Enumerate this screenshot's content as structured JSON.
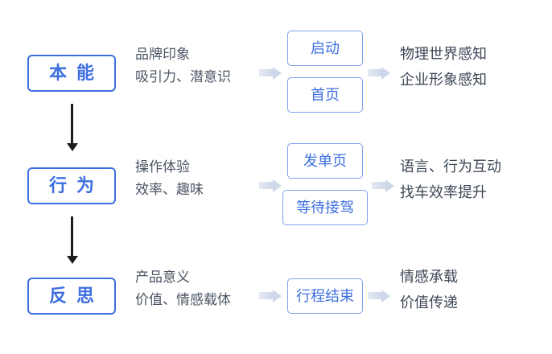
{
  "diagram": {
    "type": "three-stage-experience-model",
    "rows": [
      {
        "stage_label": "本 能",
        "descriptor_lines": [
          "品牌印象",
          "吸引力、潜意识"
        ],
        "touchpoints": [
          "启动",
          "首页"
        ],
        "outcome_lines": [
          "物理世界感知",
          "企业形象感知"
        ]
      },
      {
        "stage_label": "行 为",
        "descriptor_lines": [
          "操作体验",
          "效率、趣味"
        ],
        "touchpoints": [
          "发单页",
          "等待接驾"
        ],
        "outcome_lines": [
          "语言、行为互动",
          "找车效率提升"
        ]
      },
      {
        "stage_label": "反 思",
        "descriptor_lines": [
          "产品意义",
          "价值、情感载体"
        ],
        "touchpoints": [
          "行程结束"
        ],
        "outcome_lines": [
          "情感承载",
          "价值传递"
        ]
      }
    ]
  },
  "colors": {
    "accent_blue": "#3d6fe0",
    "box_border_light": "#7ea2ee",
    "arrow_dark": "#1c1c1c",
    "arrow_light": "#cfd8ea",
    "descriptor_text": "#4b5563",
    "outcome_text": "#3d4756",
    "background": "#ffffff"
  }
}
